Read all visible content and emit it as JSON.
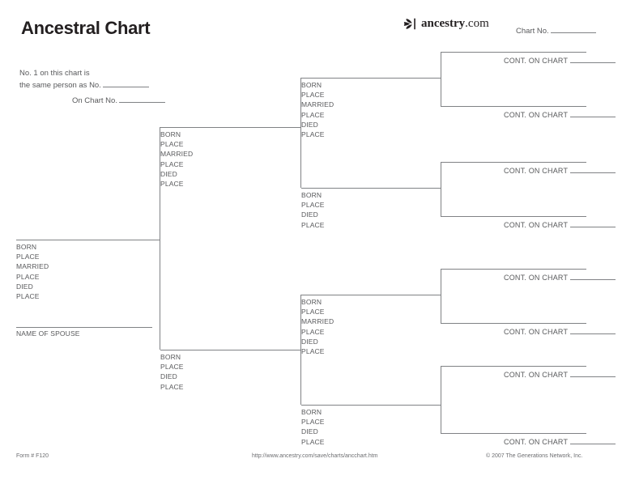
{
  "header": {
    "title": "Ancestral Chart",
    "brand_name_bold": "ancestry",
    "brand_name_rest": ".com",
    "brand_icon": "ancestry-leaf-icon",
    "chart_no_label": "Chart No."
  },
  "note": {
    "line1": "No. 1 on this chart is",
    "line2": "the same person as No.",
    "line3": "On Chart No."
  },
  "labels": {
    "born": "BORN",
    "place": "PLACE",
    "married": "MARRIED",
    "died": "DIED",
    "name_of_spouse": "NAME OF SPOUSE",
    "cont_on_chart": "CONT. ON CHART"
  },
  "persons": [
    {
      "id": "person-1",
      "fields": [
        "BORN",
        "PLACE",
        "MARRIED",
        "PLACE",
        "DIED",
        "PLACE"
      ]
    },
    {
      "id": "person-2-father",
      "fields": [
        "BORN",
        "PLACE",
        "MARRIED",
        "PLACE",
        "DIED",
        "PLACE"
      ]
    },
    {
      "id": "person-3-mother",
      "fields": [
        "BORN",
        "PLACE",
        "DIED",
        "PLACE"
      ]
    },
    {
      "id": "person-4",
      "fields": [
        "BORN",
        "PLACE",
        "MARRIED",
        "PLACE",
        "DIED",
        "PLACE"
      ]
    },
    {
      "id": "person-5",
      "fields": [
        "BORN",
        "PLACE",
        "DIED",
        "PLACE"
      ]
    },
    {
      "id": "person-6",
      "fields": [
        "BORN",
        "PLACE",
        "MARRIED",
        "PLACE",
        "DIED",
        "PLACE"
      ]
    },
    {
      "id": "person-7",
      "fields": [
        "BORN",
        "PLACE",
        "DIED",
        "PLACE"
      ]
    }
  ],
  "continuations": [
    {
      "id": "cont-8",
      "label": "CONT. ON CHART"
    },
    {
      "id": "cont-9",
      "label": "CONT. ON CHART"
    },
    {
      "id": "cont-10",
      "label": "CONT. ON CHART"
    },
    {
      "id": "cont-11",
      "label": "CONT. ON CHART"
    },
    {
      "id": "cont-12",
      "label": "CONT. ON CHART"
    },
    {
      "id": "cont-13",
      "label": "CONT. ON CHART"
    },
    {
      "id": "cont-14",
      "label": "CONT. ON CHART"
    },
    {
      "id": "cont-15",
      "label": "CONT. ON CHART"
    }
  ],
  "footer": {
    "form_number": "Form # F120",
    "url": "http://www.ancestry.com/save/charts/ancchart.htm",
    "copyright": "© 2007 The Generations Network, Inc."
  },
  "colors": {
    "rule": "#808285",
    "text": "#58595b",
    "title": "#231f20"
  }
}
